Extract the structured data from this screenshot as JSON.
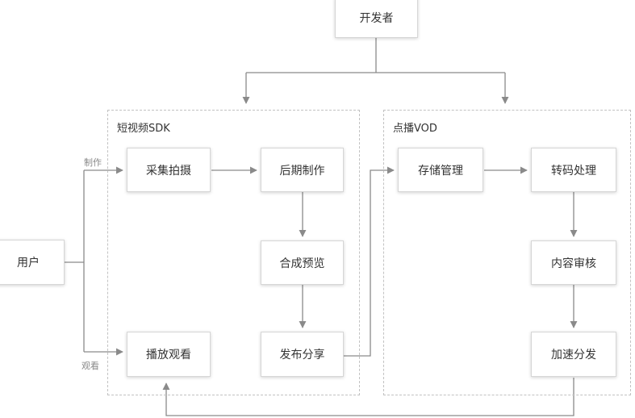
{
  "nodes": {
    "developer": "开发者",
    "user": "用户",
    "capture": "采集拍摄",
    "post_production": "后期制作",
    "compose_preview": "合成预览",
    "publish_share": "发布分享",
    "play_watch": "播放观看",
    "storage_mgmt": "存储管理",
    "transcode": "转码处理",
    "content_review": "内容审核",
    "accelerated_delivery": "加速分发"
  },
  "groups": {
    "sdk_title": "短视频SDK",
    "vod_title": "点播VOD"
  },
  "edge_labels": {
    "make": "制作",
    "watch": "观看"
  },
  "colors": {
    "line": "#8a8a8a",
    "node_border": "#d6d6d6",
    "group_border": "#c2c2c2",
    "text": "#333333"
  }
}
